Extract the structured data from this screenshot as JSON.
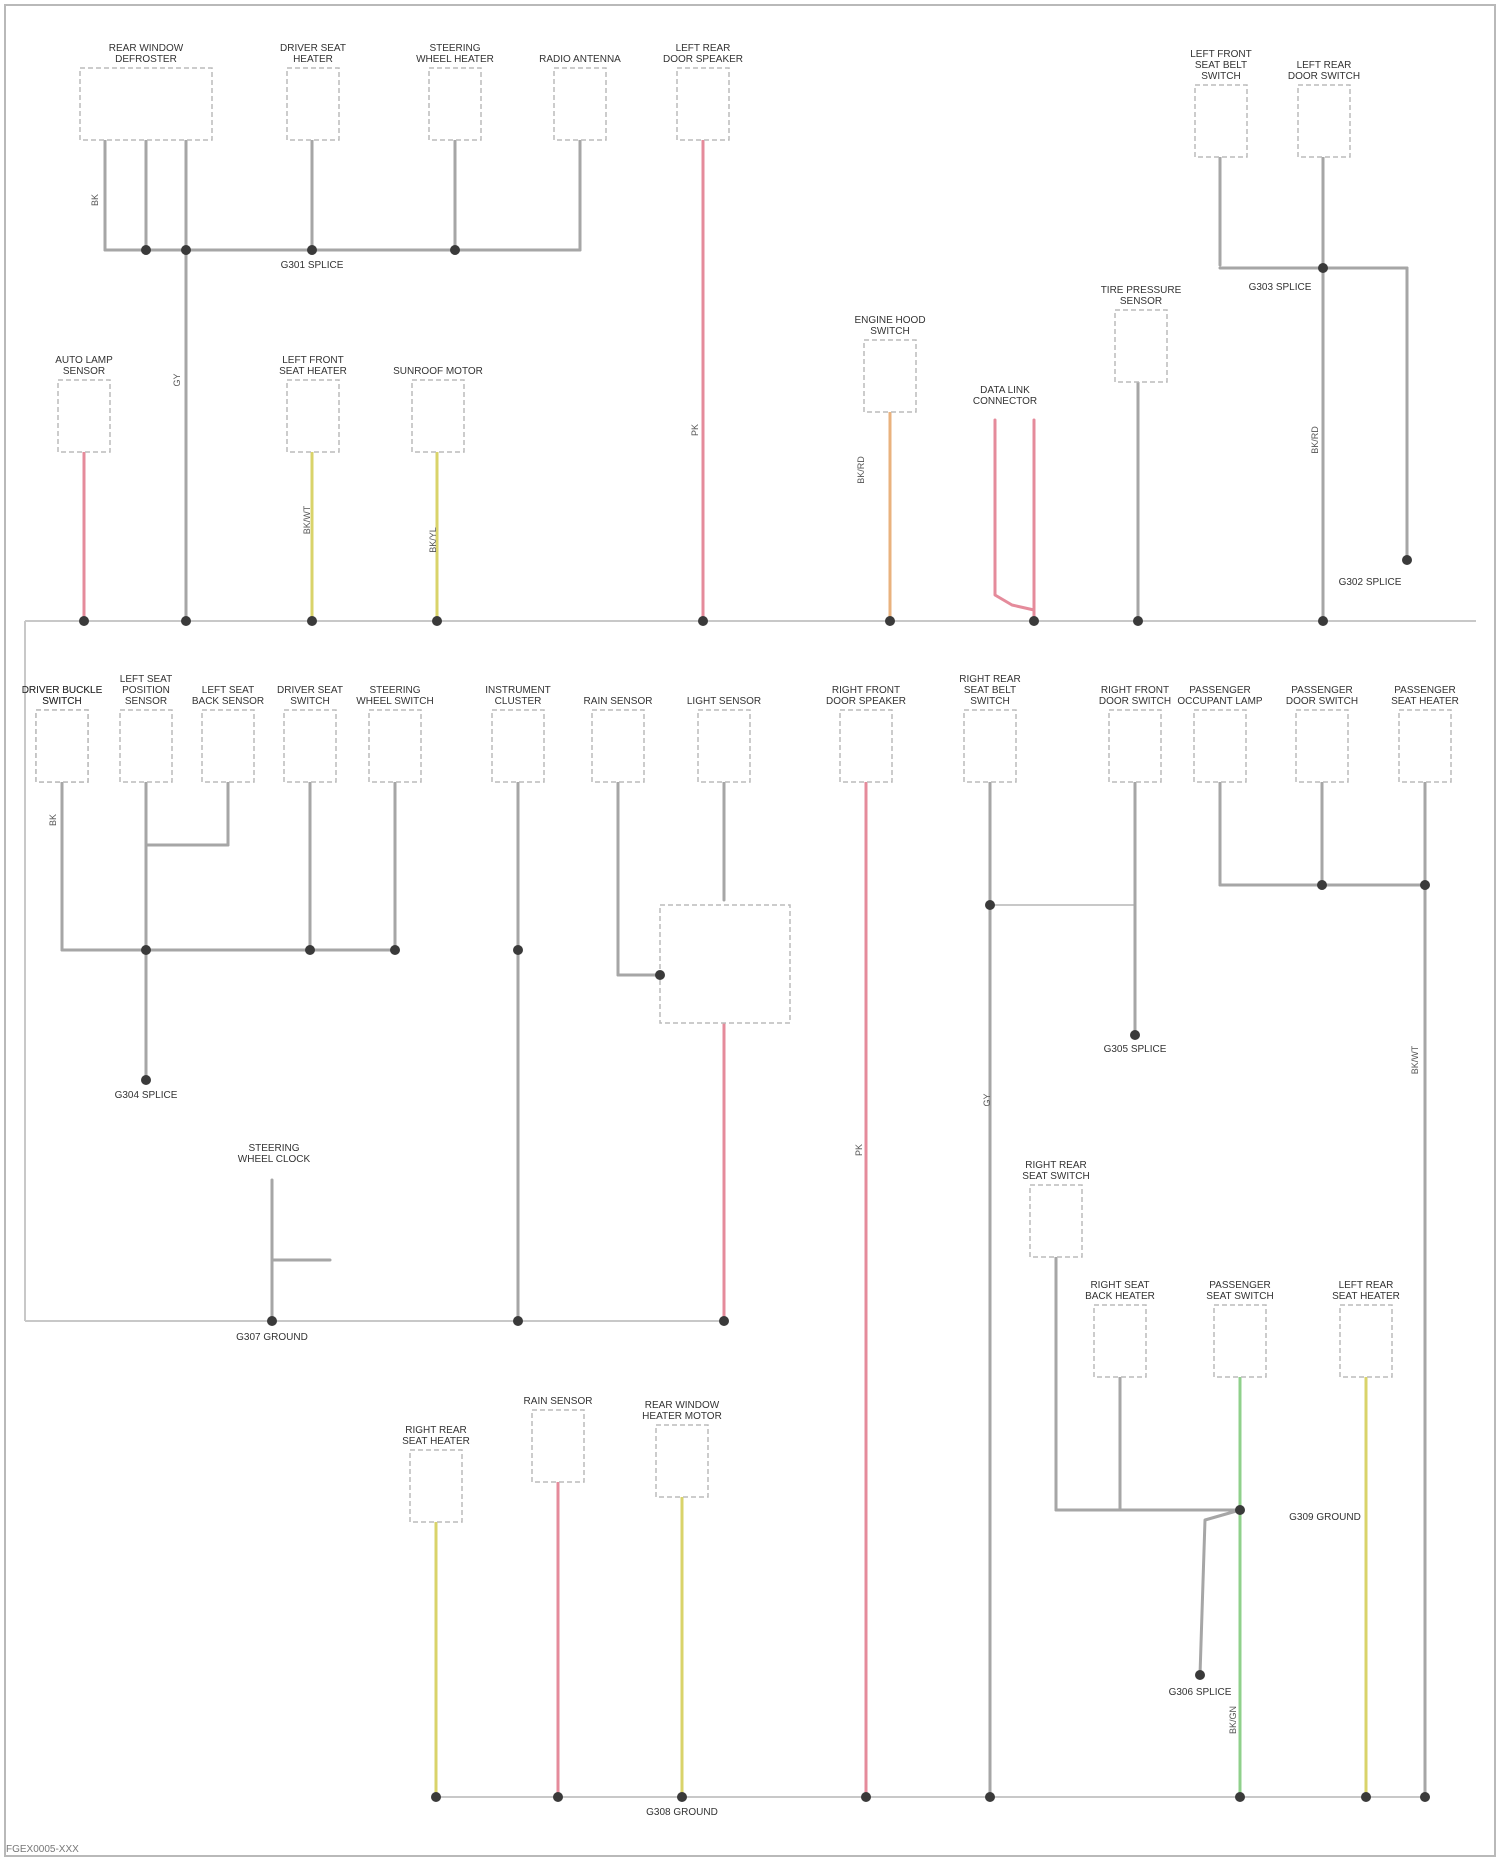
{
  "diagram": {
    "footer_id": "FGEX0005-XXX",
    "colors": {
      "gray": "#a6a6a6",
      "pink": "#e58b9b",
      "yellow": "#d9d36a",
      "orange": "#e9b27e",
      "green": "#8fd08b",
      "frame": "#b9b9b9"
    },
    "components": [
      {
        "label": "REAR WINDOW DEFROSTER"
      },
      {
        "label": "DRIVER SEAT HEATER"
      },
      {
        "label": "STEERING WHEEL HEATER"
      },
      {
        "label": "RADIO ANTENNA"
      },
      {
        "label": "LEFT REAR DOOR SPEAKER"
      },
      {
        "label": "LEFT FRONT SEAT BELT SWITCH"
      },
      {
        "label": "LEFT REAR DOOR SWITCH"
      },
      {
        "label": "AUTO LAMP SENSOR"
      },
      {
        "label": "LEFT FRONT SEAT HEATER"
      },
      {
        "label": "SUNROOF MOTOR"
      },
      {
        "label": "ENGINE HOOD SWITCH"
      },
      {
        "label": "DATA LINK CONNECTOR"
      },
      {
        "label": "TIRE PRESSURE SENSOR"
      },
      {
        "label": "DRIVER BUCKLE SWITCH"
      },
      {
        "label": "LEFT SEAT POSITION SENSOR"
      },
      {
        "label": "LEFT SEAT BACK SENSOR"
      },
      {
        "label": "DRIVER SEAT SWITCH"
      },
      {
        "label": "STEERING WHEEL SWITCH"
      },
      {
        "label": "INSTRUMENT CLUSTER"
      },
      {
        "label": "RAIN SENSOR"
      },
      {
        "label": "LIGHT SENSOR"
      },
      {
        "label": "RIGHT FRONT DOOR SPEAKER"
      },
      {
        "label": "RIGHT REAR SEAT BELT SWITCH"
      },
      {
        "label": "RIGHT FRONT DOOR SWITCH"
      },
      {
        "label": "PASSENGER OCCUPANT LAMP"
      },
      {
        "label": "PASSENGER DOOR SWITCH"
      },
      {
        "label": "PASSENGER SEAT HEATER"
      },
      {
        "label": "RIGHT REAR SEAT SWITCH"
      },
      {
        "label": "RIGHT SEAT BACK HEATER"
      },
      {
        "label": "PASSENGER SEAT SWITCH"
      },
      {
        "label": "LEFT REAR SEAT HEATER"
      },
      {
        "label": "RIGHT REAR SEAT HEATER"
      },
      {
        "label": "STEERING WHEEL CLOCK"
      },
      {
        "label": "REAR WINDOW HEATER MOTOR"
      }
    ],
    "nodes": [
      {
        "label": "G301 SPLICE"
      },
      {
        "label": "G302 SPLICE"
      },
      {
        "label": "G303 SPLICE"
      },
      {
        "label": "G304 SPLICE"
      },
      {
        "label": "G305 SPLICE"
      },
      {
        "label": "G306 SPLICE"
      },
      {
        "label": "G307 GROUND"
      },
      {
        "label": "G308 GROUND"
      },
      {
        "label": "G309 GROUND"
      }
    ],
    "wires": [
      {
        "code": "BK"
      },
      {
        "code": "BK/WT"
      },
      {
        "code": "BK/RD"
      },
      {
        "code": "BK/YL"
      },
      {
        "code": "BK/GN"
      },
      {
        "code": "GY"
      },
      {
        "code": "PK"
      }
    ]
  }
}
